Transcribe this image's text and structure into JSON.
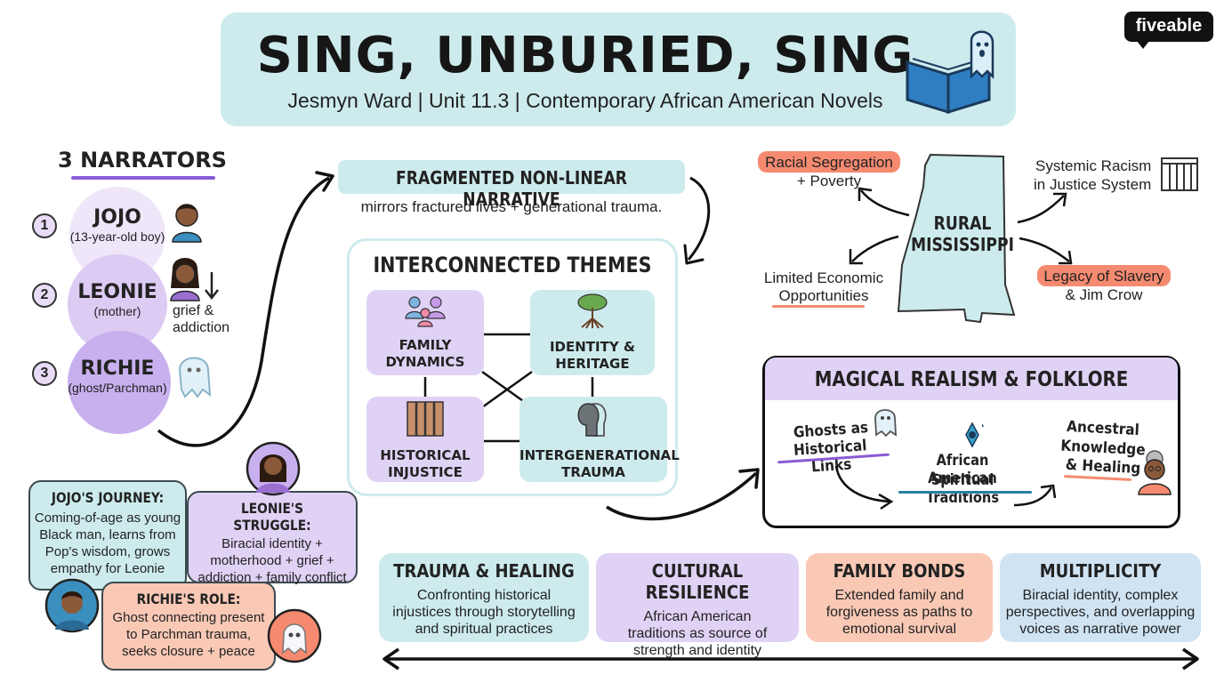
{
  "header": {
    "title": "SING, UNBURIED, SING",
    "subtitle": "Jesmyn Ward | Unit 11.3 | Contemporary African American Novels",
    "logo": "fiveable",
    "icon": "book-ghost-icon"
  },
  "narrators": {
    "heading": "3 NARRATORS",
    "items": [
      {
        "num": "1",
        "name": "JOJO",
        "desc": "(13-year-old boy)"
      },
      {
        "num": "2",
        "name": "LEONIE",
        "desc": "(mother)",
        "note1": "grief &",
        "note2": "addiction"
      },
      {
        "num": "3",
        "name": "RICHIE",
        "desc": "(ghost/Parchman)"
      }
    ]
  },
  "narrative": {
    "title": "FRAGMENTED NON-LINEAR NARRATIVE",
    "subtitle": "mirrors fractured lives + generational trauma."
  },
  "themes": {
    "title": "INTERCONNECTED THEMES",
    "items": [
      {
        "l1": "FAMILY",
        "l2": "DYNAMICS"
      },
      {
        "l1": "IDENTITY &",
        "l2": "HERITAGE"
      },
      {
        "l1": "HISTORICAL",
        "l2": "INJUSTICE"
      },
      {
        "l1": "INTERGENERATIONAL",
        "l2": "TRAUMA"
      }
    ]
  },
  "mississippi": {
    "label1": "RURAL",
    "label2": "MISSISSIPPI",
    "racial1": "Racial Segregation",
    "racial2": "+ Poverty",
    "systemic1": "Systemic Racism",
    "systemic2": "in Justice System",
    "limited1": "Limited Economic",
    "limited2": "Opportunities",
    "legacy1": "Legacy of Slavery",
    "legacy2": "& Jim Crow"
  },
  "magical": {
    "title": "MAGICAL REALISM & FOLKLORE",
    "ghosts1": "Ghosts as",
    "ghosts2": "Historical Links",
    "african1": "African American",
    "african2": "Spiritual Traditions",
    "ancestral1": "Ancestral",
    "ancestral2": "Knowledge",
    "ancestral3": "& Healing"
  },
  "journeys": {
    "jojo": {
      "title": "JOJO'S JOURNEY:",
      "l1": "Coming-of-age as young",
      "l2": "Black man, learns from",
      "l3": "Pop's wisdom, grows",
      "l4": "empathy for Leonie"
    },
    "leonie": {
      "title": "LEONIE'S STRUGGLE:",
      "l1": "Biracial identity +",
      "l2": "motherhood + grief +",
      "l3": "addiction + family conflict"
    },
    "richie": {
      "title": "RICHIE'S ROLE:",
      "l1": "Ghost connecting present",
      "l2": "to Parchman trauma,",
      "l3": "seeks closure + peace"
    }
  },
  "bottom": [
    {
      "title": "TRAUMA & HEALING",
      "l1": "Confronting historical",
      "l2": "injustices through storytelling",
      "l3": "and spiritual practices",
      "color": "#cdebed"
    },
    {
      "title": "CULTURAL RESILIENCE",
      "l1": "African American",
      "l2": "traditions as source of",
      "l3": "strength and identity",
      "color": "#e0d2f5"
    },
    {
      "title": "FAMILY BONDS",
      "l1": "Extended family and",
      "l2": "forgiveness as paths to",
      "l3": "emotional survival",
      "color": "#f9c9b6"
    },
    {
      "title": "MULTIPLICITY",
      "l1": "Biracial identity, complex",
      "l2": "perspectives, and overlapping",
      "l3": "voices as narrative power",
      "color": "#cfe3f3"
    }
  ],
  "colors": {
    "teal": "#cdebed",
    "lavender": "#e0d2f5",
    "peach": "#f9c9b6",
    "blue": "#cfe3f3",
    "salmon": "#f58a70"
  }
}
